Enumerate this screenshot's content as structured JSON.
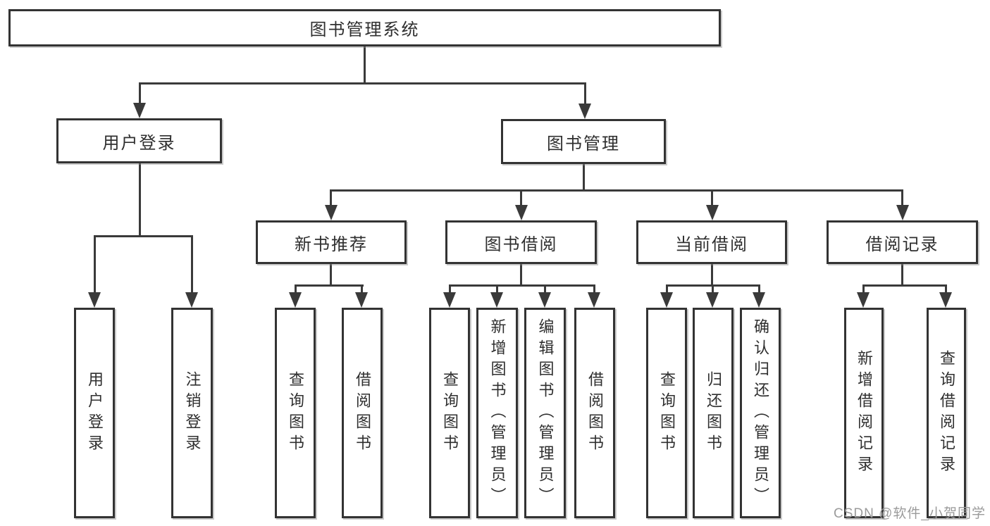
{
  "tree": {
    "label": "图书管理系统",
    "children": [
      {
        "label": "用户登录",
        "children": [
          {
            "label": "用户登录"
          },
          {
            "label": "注销登录"
          }
        ]
      },
      {
        "label": "图书管理",
        "children": [
          {
            "label": "新书推荐",
            "children": [
              {
                "label": "查询图书"
              },
              {
                "label": "借阅图书"
              }
            ]
          },
          {
            "label": "图书借阅",
            "children": [
              {
                "label": "查询图书"
              },
              {
                "label": "新增图书（管理员）"
              },
              {
                "label": "编辑图书（管理员）"
              },
              {
                "label": "借阅图书"
              }
            ]
          },
          {
            "label": "当前借阅",
            "children": [
              {
                "label": "查询图书"
              },
              {
                "label": "归还图书"
              },
              {
                "label": "确认归还（管理员）"
              }
            ]
          },
          {
            "label": "借阅记录",
            "children": [
              {
                "label": "新增借阅记录"
              },
              {
                "label": "查询借阅记录"
              }
            ]
          }
        ]
      }
    ]
  },
  "watermark": {
    "text": "CSDN @软件_小贺同学"
  },
  "colors": {
    "background": "#ffffff",
    "line": "#3a3a3a",
    "border": "#333333",
    "text": "#2f2f2f",
    "watermark": "#9b9b9b"
  }
}
